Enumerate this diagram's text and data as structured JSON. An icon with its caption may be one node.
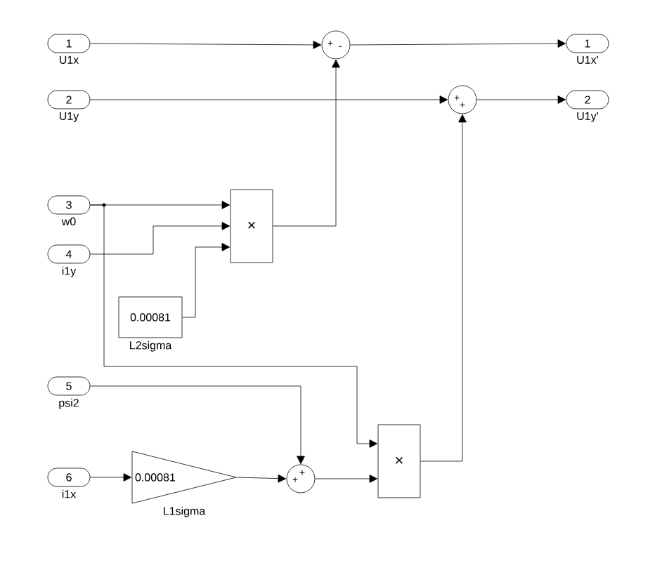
{
  "diagram": {
    "nodes": [
      {
        "text": [
          "1"
        ],
        "beside": [
          "U1x"
        ]
      },
      {
        "text": [
          "+",
          "-"
        ]
      },
      {
        "text": [
          "1"
        ],
        "beside": [
          "U1x'"
        ]
      },
      {
        "text": [
          "2"
        ],
        "beside": [
          "U1y"
        ]
      },
      {
        "text": [
          "+",
          "+"
        ]
      },
      {
        "text": [
          "2"
        ],
        "beside": [
          "U1y'"
        ]
      },
      {
        "text": [
          "3"
        ],
        "beside": [
          "w0"
        ]
      },
      {
        "text": [
          "×"
        ]
      },
      {
        "text": [
          "4"
        ],
        "beside": [
          "i1y"
        ]
      },
      {
        "text": [
          "0.00081"
        ],
        "beside": [
          "L2sigma"
        ]
      },
      {
        "text": [
          "5"
        ],
        "beside": [
          "psi2"
        ]
      },
      {
        "text": [
          "6"
        ],
        "beside": [
          "i1x"
        ]
      },
      {
        "text": [
          "0.00081"
        ],
        "beside": [
          "L1sigma"
        ]
      },
      {
        "text": [
          "+",
          "+"
        ]
      },
      {
        "text": [
          "×"
        ]
      }
    ],
    "edges": [
      {
        "from": 0,
        "to": 1,
        "arrow": "to"
      },
      {
        "from": 1,
        "to": 2,
        "arrow": "to"
      },
      {
        "from": 3,
        "to": 4,
        "arrow": "to"
      },
      {
        "from": 4,
        "to": 5,
        "arrow": "to"
      },
      {
        "from": 6,
        "to": 7,
        "arrow": "to"
      },
      {
        "from": 6,
        "to": 14,
        "arrow": "to"
      },
      {
        "from": 8,
        "to": 7,
        "arrow": "to"
      },
      {
        "from": 9,
        "to": 7,
        "arrow": "to"
      },
      {
        "from": 7,
        "to": 1,
        "arrow": "to"
      },
      {
        "from": 10,
        "to": 13,
        "arrow": "to"
      },
      {
        "from": 11,
        "to": 12,
        "arrow": "to"
      },
      {
        "from": 12,
        "to": 13,
        "arrow": "to"
      },
      {
        "from": 13,
        "to": 14,
        "arrow": "to"
      },
      {
        "from": 14,
        "to": 4,
        "arrow": "to"
      }
    ]
  }
}
